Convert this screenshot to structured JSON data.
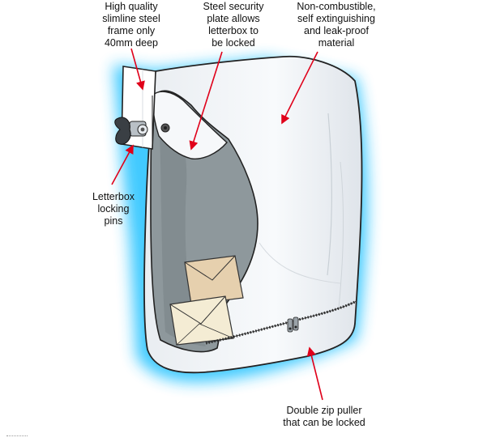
{
  "callouts": {
    "frame": [
      "High quality",
      "slimline steel",
      "frame only",
      "40mm deep"
    ],
    "plate": [
      "Steel security",
      "plate allows",
      "letterbox to",
      "be locked"
    ],
    "material": [
      "Non-combustible,",
      "self extinguishing",
      "and leak-proof",
      "material"
    ],
    "pins": [
      "Letterbox",
      "locking",
      "pins"
    ],
    "zip": [
      "Double zip puller",
      "that can be locked"
    ]
  },
  "colors": {
    "glow": "#38c8ff",
    "bag": "#f7f9fb",
    "bag_outline": "#222222",
    "interior": "#8e989c",
    "frame": "#ffffff",
    "arrow": "#e0001a",
    "envelope": "#f4ecd4",
    "envelope_back": "#e6d0ae"
  }
}
